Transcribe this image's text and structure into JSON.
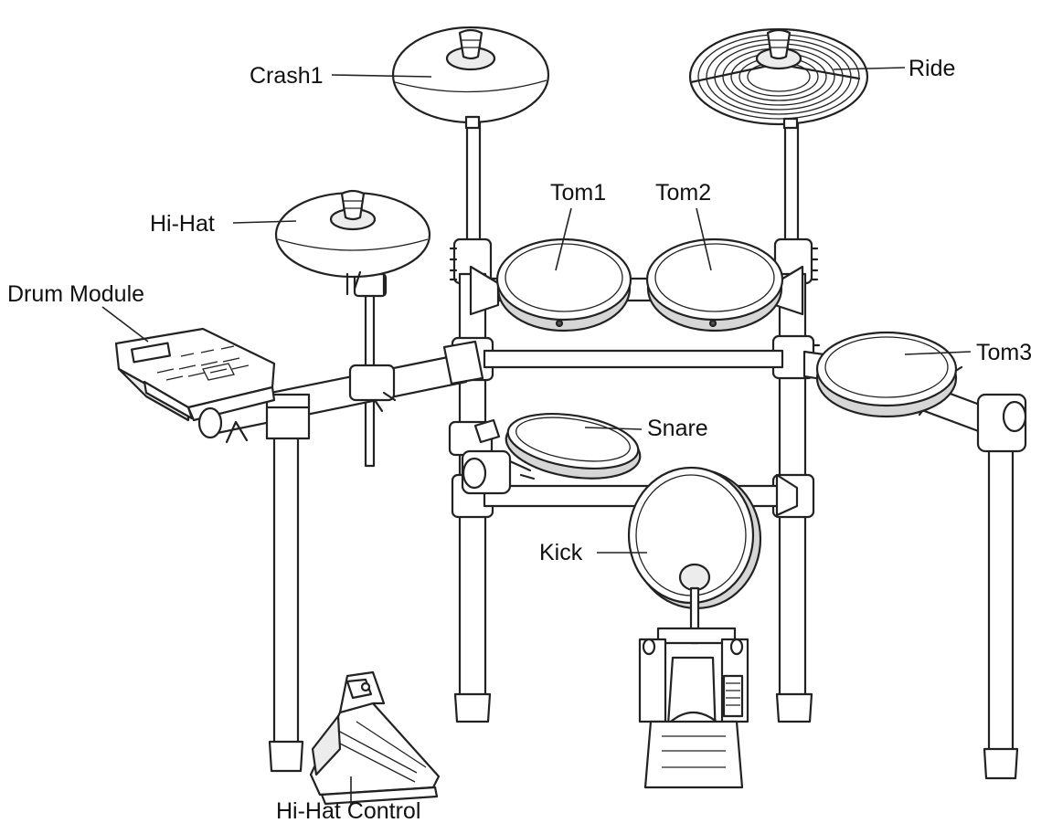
{
  "colors": {
    "ink": "#222222",
    "paper": "#ffffff",
    "shade": "#ececec",
    "shade_dark": "#d6d6d6"
  },
  "labels": {
    "crash1": "Crash1",
    "ride": "Ride",
    "tom1": "Tom1",
    "tom2": "Tom2",
    "hihat": "Hi-Hat",
    "drum_module": "Drum Module",
    "tom3": "Tom3",
    "snare": "Snare",
    "kick": "Kick",
    "hihat_control": "Hi-Hat Control"
  }
}
